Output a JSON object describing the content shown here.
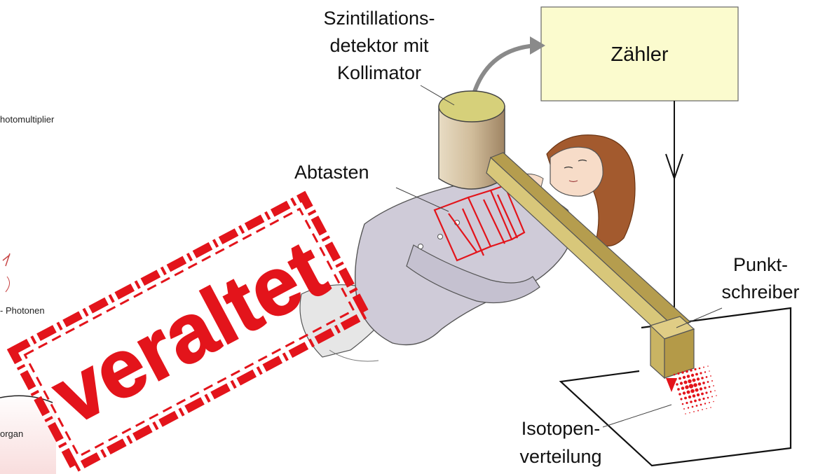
{
  "labels": {
    "detector_line1": "Szintillations-",
    "detector_line2": "detektor mit",
    "detector_line3": "Kollimator",
    "counter": "Zähler",
    "scanning": "Abtasten",
    "recorder_line1": "Punkt-",
    "recorder_line2": "schreiber",
    "distribution_line1": "Isotopen-",
    "distribution_line2": "verteilung"
  },
  "background_fragments": {
    "photomultiplier": "hotomultiplier",
    "photons": "- Photonen",
    "organ": "organ"
  },
  "stamp": {
    "text": "veraltet",
    "color": "#e3141b"
  },
  "colors": {
    "counter_box": "#fbfbce",
    "beam": "#d8c77a",
    "detector_body": "#c9b591",
    "scan_path": "#e3141b",
    "dots": "#e3141b",
    "clothing": "#cfcbd8",
    "hair": "#a35a2e",
    "skin": "#f7dcc8"
  }
}
